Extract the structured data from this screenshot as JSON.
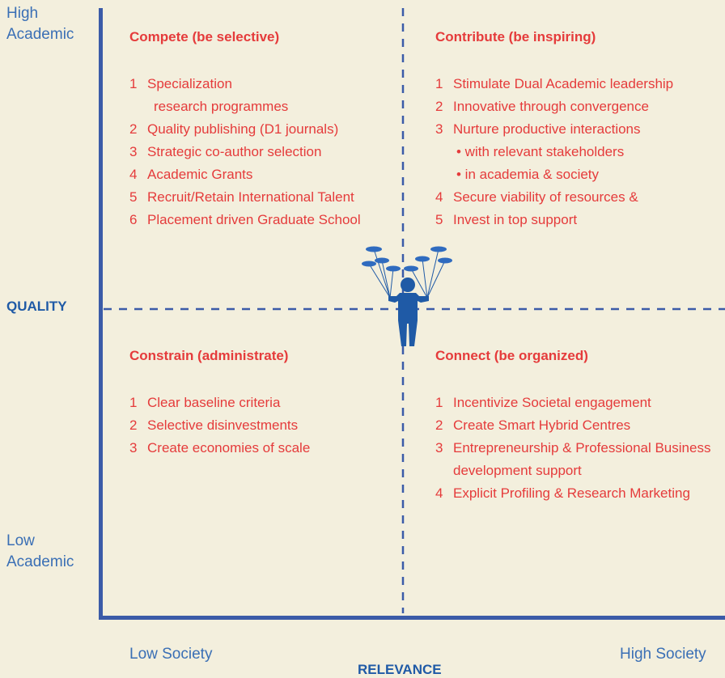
{
  "y_axis": {
    "top_label_line1": "High",
    "top_label_line2": "Academic",
    "bottom_label_line1": "Low",
    "bottom_label_line2": "Academic",
    "title": "QUALITY"
  },
  "x_axis": {
    "left_label": "Low Society",
    "right_label": "High Society",
    "title": "RELEVANCE"
  },
  "quadrants": {
    "top_left": {
      "title": "Compete (be selective)",
      "items": [
        {
          "num": "1",
          "text": "Specialization",
          "cont": "research programmes"
        },
        {
          "num": "2",
          "text": "Quality publishing (D1 journals)"
        },
        {
          "num": "3",
          "text": "Strategic co-author selection"
        },
        {
          "num": "4",
          "text": "Academic Grants"
        },
        {
          "num": "5",
          "text": "Recruit/Retain International Talent"
        },
        {
          "num": "6",
          "text": "Placement driven Graduate School"
        }
      ]
    },
    "top_right": {
      "title": "Contribute (be inspiring)",
      "items": [
        {
          "num": "1",
          "text": "Stimulate Dual Academic leadership"
        },
        {
          "num": "2",
          "text": "Innovative through convergence"
        },
        {
          "num": "3",
          "text": "Nurture productive interactions",
          "bullets": [
            "• with relevant stakeholders",
            "• in academia & society"
          ]
        },
        {
          "num": "4",
          "text": "Secure viability of resources &"
        },
        {
          "num": "5",
          "text": "Invest in top support"
        }
      ]
    },
    "bottom_left": {
      "title": "Constrain (administrate)",
      "items": [
        {
          "num": "1",
          "text": "Clear baseline criteria"
        },
        {
          "num": "2",
          "text": "Selective disinvestments"
        },
        {
          "num": "3",
          "text": "Create economies of scale"
        }
      ]
    },
    "bottom_right": {
      "title": "Connect (be organized)",
      "items": [
        {
          "num": "1",
          "text": "Incentivize Societal engagement"
        },
        {
          "num": "2",
          "text": "Create Smart Hybrid Centres"
        },
        {
          "num": "3",
          "text": "Entrepreneurship & Professional Business",
          "cont": "development support"
        },
        {
          "num": "4",
          "text": "Explicit Profiling & Research Marketing"
        }
      ]
    }
  },
  "colors": {
    "axis": "#3b5ba8",
    "accent_text": "#e53b3b",
    "label_text": "#3a6fb5",
    "background": "#f3efdd"
  },
  "figure": {
    "icon": "juggler-figure-icon"
  }
}
